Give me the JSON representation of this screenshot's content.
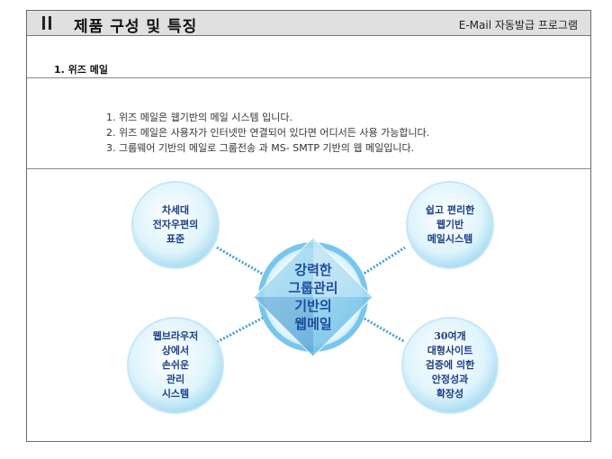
{
  "header": {
    "title": "제품 구성 및 특징",
    "product": "E-Mail 자동발급 프로그램"
  },
  "section": {
    "title": "1. 위즈 메일"
  },
  "features": [
    "1. 위즈 메일은 웹기반의 메일 시스템 입니다.",
    "2. 위즈 메일은 사용자가 인터넷만 연결되어 있다면 어디서든 사용 가능합니다.",
    "3. 그룹웨어 기반의 메일로 그룹전송 과 MS- SMTP 기반의 웹 메일입니다."
  ],
  "diagram": {
    "center": [
      "강력한",
      "그룹관리",
      "기반의",
      "웹메일"
    ],
    "top_left": [
      "차세대",
      "전자우편의",
      "표준"
    ],
    "top_right": [
      "쉽고 편리한",
      "웹기반",
      "메일시스템"
    ],
    "bottom_left": [
      "웹브라우저",
      "상에서",
      "손쉬운",
      "관리",
      "시스템"
    ],
    "bottom_right": [
      "30여개",
      "대형사이트",
      "검증에 의한",
      "안정성과",
      "확장성"
    ]
  },
  "colors": {
    "header_bg": "#e0e0e0",
    "bubble_text": "#1d3f86",
    "bubble_fill": "#cfeefb",
    "connector": "#3aa0d8"
  }
}
